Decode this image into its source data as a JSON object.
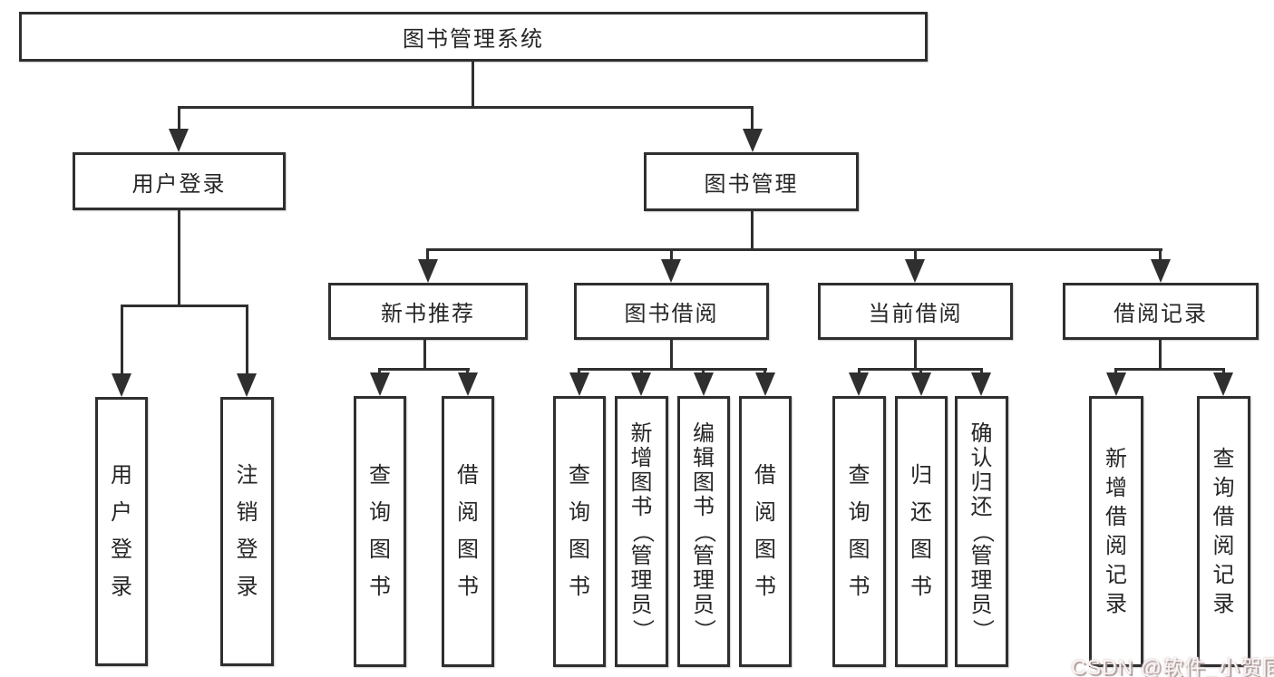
{
  "root": {
    "label": "图书管理系统"
  },
  "level2": [
    {
      "label": "用户登录"
    },
    {
      "label": "图书管理"
    }
  ],
  "level3": [
    {
      "label": "新书推荐",
      "parent": "图书管理"
    },
    {
      "label": "图书借阅",
      "parent": "图书管理"
    },
    {
      "label": "当前借阅",
      "parent": "图书管理"
    },
    {
      "label": "借阅记录",
      "parent": "图书管理"
    }
  ],
  "leaves": [
    {
      "group": "用户登录",
      "label": "用户登录"
    },
    {
      "group": "用户登录",
      "label": "注销登录"
    },
    {
      "group": "新书推荐",
      "label": "查询图书"
    },
    {
      "group": "新书推荐",
      "label": "借阅图书"
    },
    {
      "group": "图书借阅",
      "label": "查询图书"
    },
    {
      "group": "图书借阅",
      "label": "新增图书（管理员）"
    },
    {
      "group": "图书借阅",
      "label": "编辑图书（管理员）"
    },
    {
      "group": "图书借阅",
      "label": "借阅图书"
    },
    {
      "group": "当前借阅",
      "label": "查询图书"
    },
    {
      "group": "当前借阅",
      "label": "归还图书"
    },
    {
      "group": "当前借阅",
      "label": "确认归还（管理员）"
    },
    {
      "group": "借阅记录",
      "label": "新增借阅记录"
    },
    {
      "group": "借阅记录",
      "label": "查询借阅记录"
    }
  ],
  "watermark": {
    "text": "CSDN @软件_小贺同学"
  },
  "colors": {
    "line": "#2f2f2f",
    "text": "#262626",
    "box_bg": "#ffffff",
    "watermark_fill": "#fdf4f4",
    "watermark_shadow": "#a89898"
  }
}
